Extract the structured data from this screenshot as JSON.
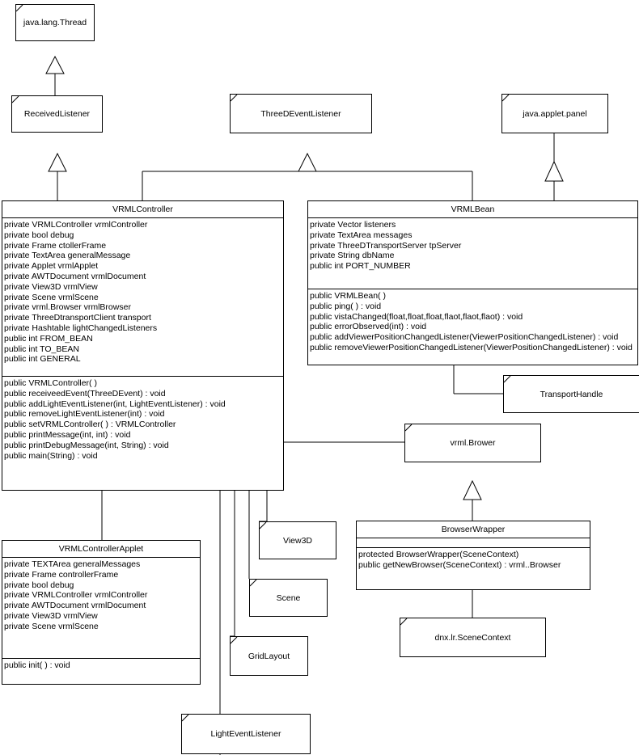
{
  "simple_boxes": {
    "thread": "java.lang.Thread",
    "received_listener": "ReceivedListener",
    "three_d_event_listener": "ThreeDEventListener",
    "applet_panel": "java.applet.panel",
    "transport_handle": "TransportHandle",
    "vrml_brower": "vrml.Brower",
    "view3d": "View3D",
    "scene": "Scene",
    "grid_layout": "GridLayout",
    "light_event_listener": "LightEventListener",
    "scene_context": "dnx.lr.SceneContext"
  },
  "classes": {
    "vrml_controller": {
      "name": "VRMLController",
      "attributes": [
        "private VRMLController vrmlController",
        "private bool  debug",
        "private Frame ctollerFrame",
        "private TextArea generalMessage",
        "private Applet vrmlApplet",
        "private AWTDocument vrmlDocument",
        "private View3D vrmlView",
        "private Scene vrmlScene",
        "private vrml.Browser vrmlBrowser",
        "private ThreeDtransportClient transport",
        "private Hashtable lightChangedListeners",
        "public int FROM_BEAN",
        "public int TO_BEAN",
        "public int GENERAL"
      ],
      "operations": [
        "public VRMLController( )",
        "public receiveedEvent(ThreeDEvent) : void",
        "public addLightEventListener(int, LightEventListener) : void",
        "public removeLightEventListener(int) : void",
        "public setVRMLController( ) : VRMLController",
        "public printMessage(int, int) : void",
        "public printDebugMessage(int, String) : void",
        "public main(String) : void"
      ]
    },
    "vrml_bean": {
      "name": "VRMLBean",
      "attributes": [
        "private Vector listeners",
        "private TextArea messages",
        "private ThreeDTransportServer tpServer",
        "private String dbName",
        "public int PORT_NUMBER"
      ],
      "operations": [
        "public VRMLBean( )",
        "public ping( ) : void",
        "public vistaChanged(float,float,float,flaot,flaot,flaot) : void",
        "public errorObserved(int) : void",
        "public addViewerPositionChangedListener(ViewerPositionChangedListener) : void",
        "public removeViewerPositionChangedListener(ViewerPositionChangedListener) : void"
      ]
    },
    "vrml_controller_applet": {
      "name": "VRMLControllerApplet",
      "attributes": [
        "private TEXTArea generalMessages",
        "private Frame controllerFrame",
        "private bool  debug",
        "private VRMLController vrmlController",
        "private AWTDocument vrmlDocument",
        "private View3D vrmlView",
        "private Scene vrmlScene"
      ],
      "operations": [
        "public init( ) : void"
      ]
    },
    "browser_wrapper": {
      "name": "BrowserWrapper",
      "attributes": [],
      "operations": [
        "protected BrowserWrapper(SceneContext)",
        "public getNewBrowser(SceneContext) : vrml..Browser"
      ]
    }
  }
}
